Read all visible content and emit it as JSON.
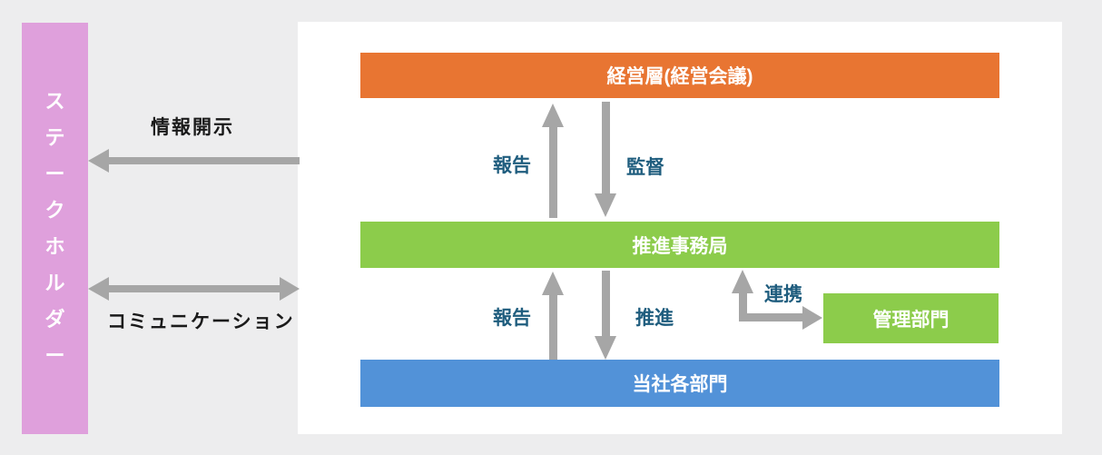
{
  "colors": {
    "bg": "#ededee",
    "panel": "#ffffff",
    "pink": "#dfa0dc",
    "orange": "#e87532",
    "green": "#8ccc4b",
    "blue": "#5292d8",
    "arrow": "#a6a6a6",
    "flowlabel": "#1f5d7e",
    "darklabel": "#1a1a1a"
  },
  "stakeholder": {
    "label": "ステークホルダー",
    "chars": [
      "ス",
      "テ",
      "ー",
      "ク",
      "ホ",
      "ル",
      "ダ",
      "ー"
    ]
  },
  "external_flows": {
    "disclosure": "情報開示",
    "communication": "コミュニケーション"
  },
  "nodes": {
    "management": "経営層(経営会議)",
    "secretariat": "推進事務局",
    "departments": "当社各部門",
    "admin": "管理部門"
  },
  "flows": {
    "report_top": "報告",
    "supervision": "監督",
    "report_bottom": "報告",
    "promotion": "推進",
    "cooperation": "連携"
  }
}
